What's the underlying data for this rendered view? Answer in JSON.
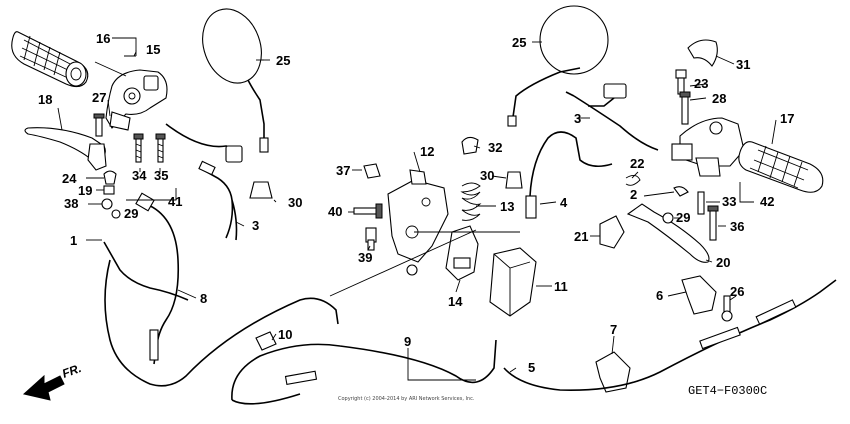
{
  "diagram": {
    "code": "GET4−F0300C",
    "direction": "FR.",
    "copyright": "Copyright (c) 2004-2014 by ARI Network Services, Inc.",
    "callouts": [
      "1",
      "2",
      "3",
      "3",
      "4",
      "5",
      "6",
      "7",
      "8",
      "9",
      "10",
      "11",
      "12",
      "13",
      "14",
      "15",
      "16",
      "17",
      "18",
      "19",
      "20",
      "21",
      "22",
      "23",
      "24",
      "25",
      "25",
      "26",
      "27",
      "28",
      "29",
      "29",
      "30",
      "30",
      "31",
      "32",
      "33",
      "34",
      "35",
      "36",
      "37",
      "38",
      "39",
      "40",
      "41",
      "42"
    ]
  }
}
